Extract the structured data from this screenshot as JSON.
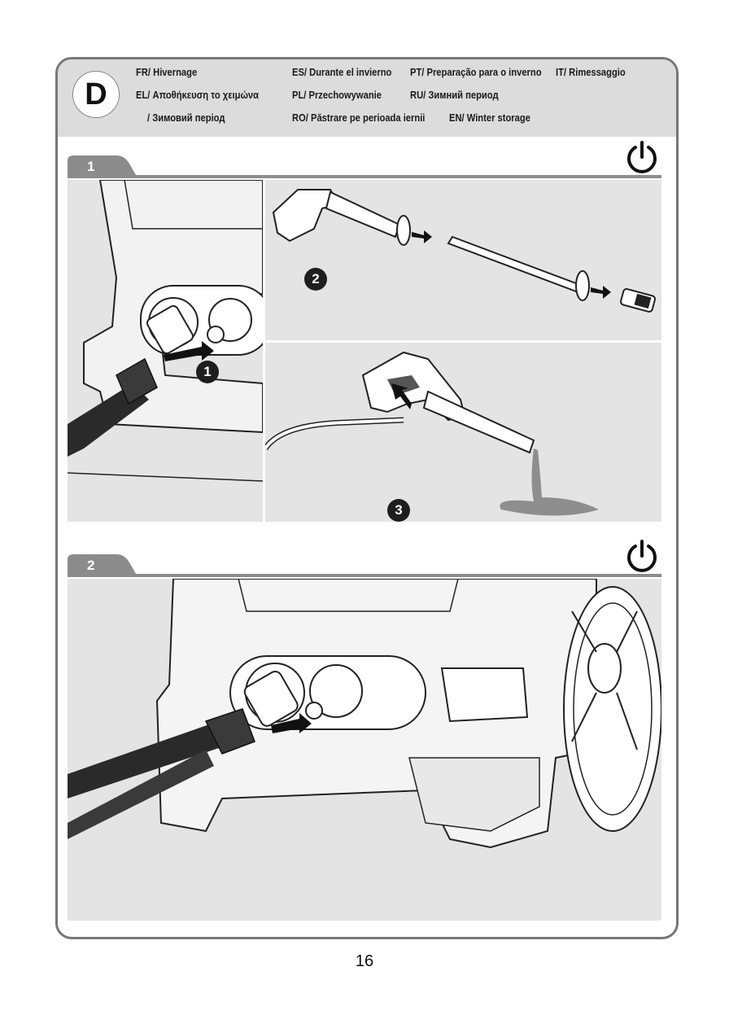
{
  "section": {
    "letter": "D",
    "titles": {
      "fr": "FR/ Hivernage",
      "es": "ES/ Durante el invierno",
      "pt": "PT/ Preparação para o inverno",
      "it": "IT/ Rimessaggio",
      "el": "EL/ Αποθήκευση το χειμώνα",
      "pl": "PL/ Przechowywanie",
      "ru": "RU/ Зимний период",
      "uk": "/ Зимовий період",
      "ro": "RO/ Păstrare pe perioada iernii",
      "en": "EN/ Winter storage"
    }
  },
  "steps": [
    {
      "number": "1",
      "callouts": [
        "1",
        "2",
        "3"
      ],
      "icon": "power-icon"
    },
    {
      "number": "2",
      "icon": "power-icon"
    }
  ],
  "colors": {
    "tab": "#8c8c8c",
    "panel": "#e4e4e4",
    "header": "#dcdcdc",
    "water": "#8e8e8e"
  },
  "footer": {
    "page_number": "16"
  }
}
